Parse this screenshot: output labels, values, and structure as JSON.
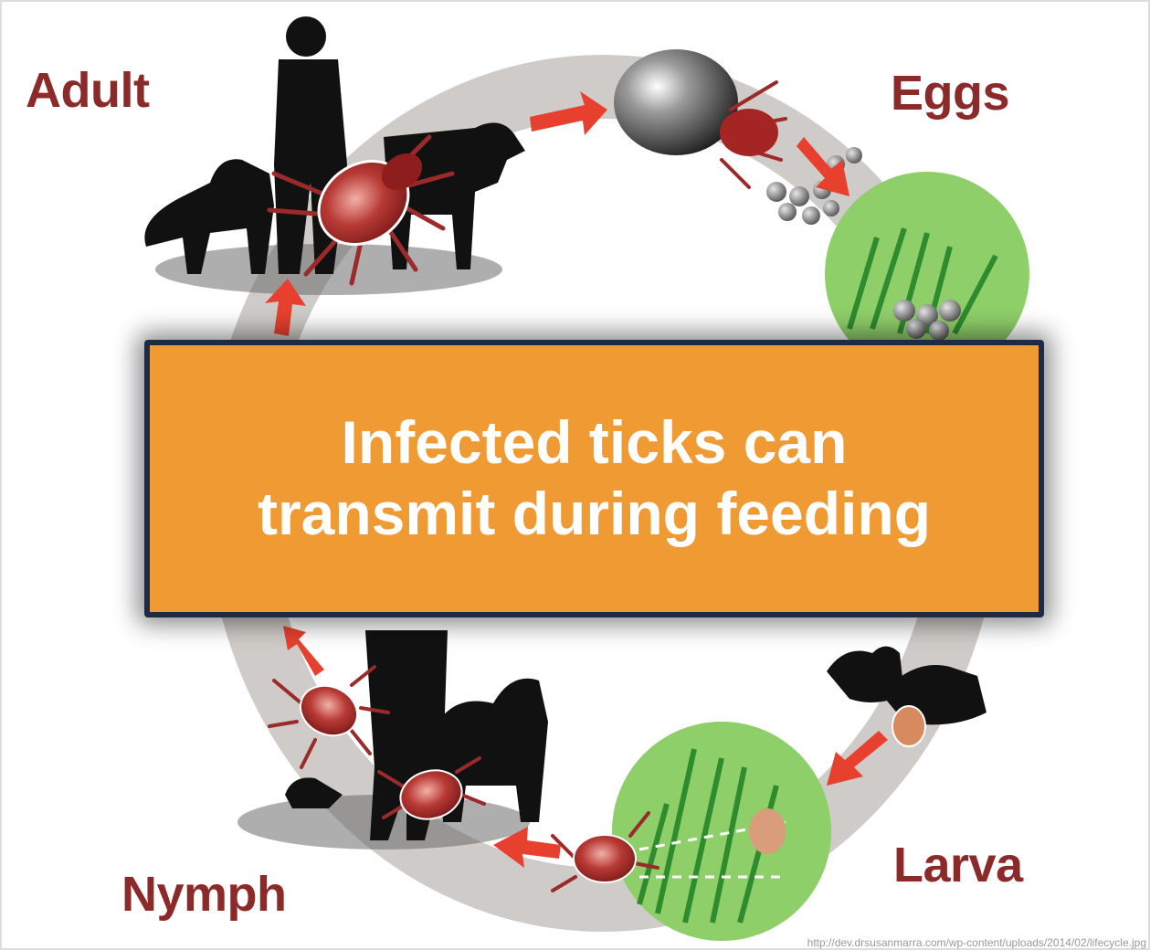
{
  "diagram": {
    "stages": {
      "adult": "Adult",
      "eggs": "Eggs",
      "larva": "Larva",
      "nymph": "Nymph"
    },
    "banner": {
      "line1": "Infected ticks can",
      "line2": "transmit during feeding"
    },
    "source_url": "http://dev.drsusanmarra.com/wp-content/uploads/2014/02/lifecycle.jpg",
    "colors": {
      "label": "#8c2a2a",
      "banner_fill": "#ef9a33",
      "banner_border": "#1f2a44",
      "cycle_ring": "#c9c6c4",
      "arrow": "#e8402e",
      "grass": "#8fcf6a",
      "tick_body": "#9b1d1d"
    }
  }
}
